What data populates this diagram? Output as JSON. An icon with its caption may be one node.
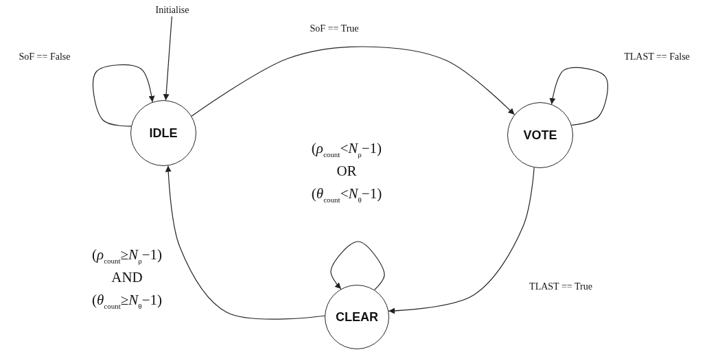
{
  "diagram": {
    "nodes": [
      {
        "text": [
          "Initialise"
        ]
      },
      {
        "text": [
          "IDLE"
        ]
      },
      {
        "text": [
          "VOTE"
        ]
      },
      {
        "text": [
          "CLEAR"
        ]
      }
    ],
    "edges": [
      {
        "from": 0,
        "to": 1,
        "arrow": "to"
      },
      {
        "from": 1,
        "to": 1,
        "arrow": "to",
        "label": "SoF == False"
      },
      {
        "from": 1,
        "to": 2,
        "arrow": "to",
        "label": "SoF == True"
      },
      {
        "from": 2,
        "to": 2,
        "arrow": "to",
        "label": "TLAST == False"
      },
      {
        "from": 2,
        "to": 3,
        "arrow": "to",
        "label": "TLAST == True"
      },
      {
        "from": 3,
        "to": 3,
        "arrow": "to",
        "label": "(*ρ*$_{count}$<*N*$_{ρ}$−1) OR (*θ*$_{count}$<*N*$_{θ}$−1)"
      },
      {
        "from": 3,
        "to": 1,
        "arrow": "to",
        "label": "(*ρ*$_{count}$≥*N*$_{ρ}$−1) AND (*θ*$_{count}$≥*N*$_{θ}$−1)"
      }
    ]
  }
}
